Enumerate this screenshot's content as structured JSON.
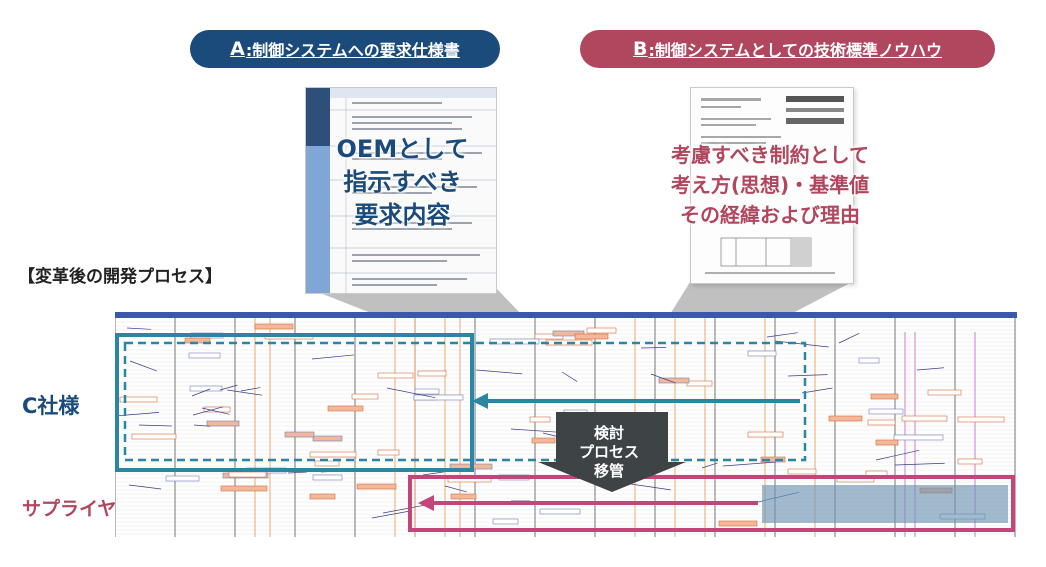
{
  "header": {
    "pill_a": {
      "letter": "A",
      "text": ":制御システムへの要求仕様書"
    },
    "pill_b": {
      "letter": "B",
      "text": ":制御システムとしての技術標準ノウハウ"
    }
  },
  "doc_a": {
    "overlay_lines": [
      "OEMとして",
      "指示すべき",
      "要求内容"
    ]
  },
  "doc_b": {
    "overlay_lines": [
      "考慮すべき制約として",
      "考え方(思想)・基準値",
      "その経緯および理由"
    ]
  },
  "process": {
    "title": "【変革後の開発プロセス】",
    "rows": [
      {
        "label": "C社様"
      },
      {
        "label": "サプライヤー"
      }
    ],
    "transfer_lines": [
      "検討",
      "プロセス",
      "移管"
    ]
  },
  "colors": {
    "navy": "#1b4b7a",
    "rose": "#b0475f",
    "teal": "#2a86a3",
    "magenta": "#c3457a",
    "gray_wedge": "#8c8c8c",
    "dark_arrow": "#3e4346"
  }
}
